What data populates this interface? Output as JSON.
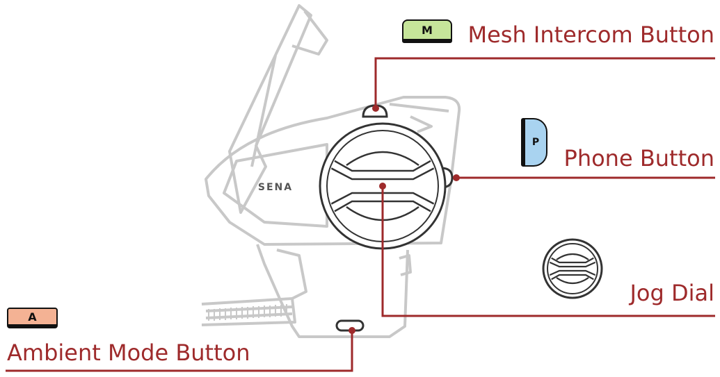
{
  "colors": {
    "label": "#9e2a2b",
    "leader": "#9e2a2b",
    "outline": "#c8c8c8",
    "dial_outline": "#333333",
    "mesh_badge": "#c6e59a",
    "phone_badge": "#a9d3f0",
    "ambient_badge": "#f4b294"
  },
  "device": {
    "brand": "SENA",
    "icon": "headset-communicator-icon"
  },
  "callouts": {
    "mesh": {
      "badge": "M",
      "label": "Mesh Intercom Button"
    },
    "phone": {
      "badge": "P",
      "label": "Phone Button"
    },
    "jog": {
      "label": "Jog Dial",
      "icon": "jog-dial-icon"
    },
    "ambient": {
      "badge": "A",
      "label": "Ambient Mode Button"
    }
  }
}
